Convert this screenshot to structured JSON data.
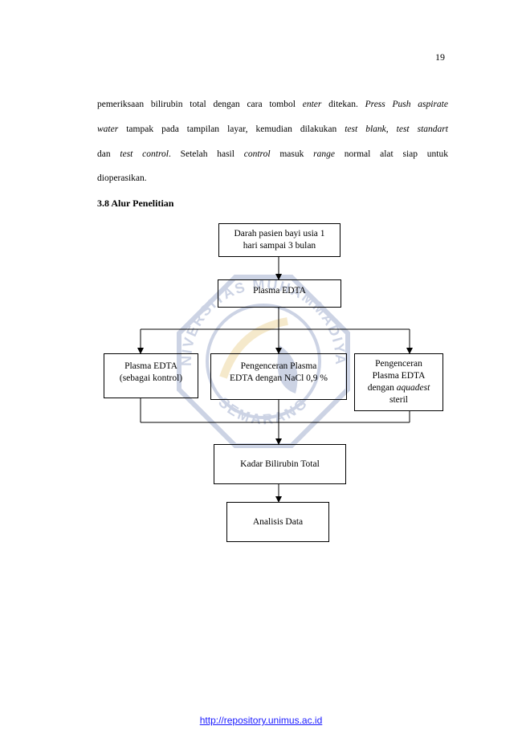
{
  "page": {
    "number": "19"
  },
  "paragraph": {
    "line1": {
      "t1": "pemeriksaan bilirubin total dengan cara tombol ",
      "i1": "enter",
      "t2": " ditekan. ",
      "i2": "Press Push aspirate"
    },
    "line2": {
      "i1": "water",
      "t1": " tampak pada tampilan layar, kemudian dilakukan ",
      "i2": "test blank, test standart"
    },
    "line3": {
      "t1": "dan ",
      "i1": "test control",
      "t2": ". Setelah hasil ",
      "i2": "control",
      "t3": " masuk ",
      "i3": "range",
      "t4": " normal alat siap untuk"
    },
    "line4": {
      "t1": "dioperasikan."
    }
  },
  "section": {
    "heading": "3.8 Alur Penelitian"
  },
  "flowchart": {
    "box_patient": {
      "line1": "Darah pasien bayi usia 1",
      "line2": "hari sampai 3 bulan"
    },
    "box_plasma": "Plasma EDTA",
    "box_control": {
      "line1": "Plasma EDTA",
      "line2": "(sebagai kontrol)"
    },
    "box_nacl": {
      "line1": "Pengenceran Plasma",
      "line2": "EDTA dengan NaCl 0,9 %"
    },
    "box_aquadest": {
      "line1": "Pengenceran",
      "line2": "Plasma EDTA",
      "line3_pre": "dengan ",
      "line3_italic": "aquadest",
      "line4": "steril"
    },
    "box_bilirubin": "Kadar Bilirubin Total",
    "box_analysis": "Analisis Data"
  },
  "watermark": {
    "top_text": "UNIVERSITAS MUHAMMADIYAH",
    "bottom_text": "SEMARANG",
    "color": "#1e3a8a",
    "accent": "#d4a017"
  },
  "footer": {
    "url": "http://repository.unimus.ac.id",
    "color": "#1a1aff"
  }
}
